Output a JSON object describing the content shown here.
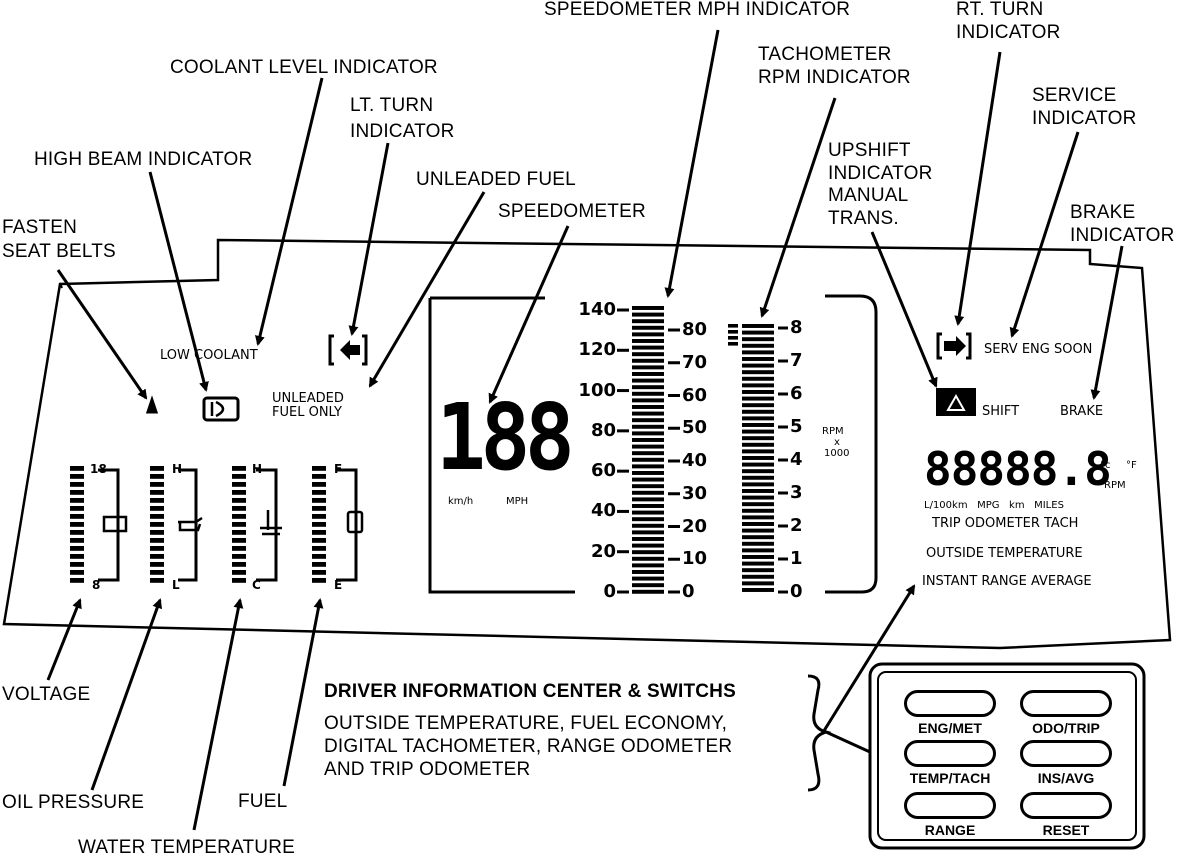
{
  "callouts": {
    "speedometer_mph_indicator": "SPEEDOMETER MPH INDICATOR",
    "rt_turn_indicator_1": "RT. TURN",
    "rt_turn_indicator_2": "INDICATOR",
    "coolant_level_indicator": "COOLANT LEVEL INDICATOR",
    "tachometer_rpm_1": "TACHOMETER",
    "tachometer_rpm_2": "RPM INDICATOR",
    "service_indicator_1": "SERVICE",
    "service_indicator_2": "INDICATOR",
    "lt_turn_indicator_1": "LT. TURN",
    "lt_turn_indicator_2": "INDICATOR",
    "high_beam_indicator": "HIGH BEAM INDICATOR",
    "upshift_1": "UPSHIFT",
    "upshift_2": "INDICATOR",
    "upshift_3": "MANUAL",
    "upshift_4": "TRANS.",
    "unleaded_fuel": "UNLEADED FUEL",
    "speedometer": "SPEEDOMETER",
    "brake_indicator_1": "BRAKE",
    "brake_indicator_2": "INDICATOR",
    "fasten_seat_belts_1": "FASTEN",
    "fasten_seat_belts_2": "SEAT BELTS",
    "voltage": "VOLTAGE",
    "oil_pressure": "OIL PRESSURE",
    "fuel": "FUEL",
    "water_temperature": "WATER TEMPERATURE"
  },
  "panel": {
    "low_coolant": "LOW COOLANT",
    "unleaded_fuel_only_1": "UNLEADED",
    "unleaded_fuel_only_2": "FUEL ONLY",
    "serv_eng_soon": "SERV ENG SOON",
    "shift": "SHIFT",
    "brake": "BRAKE",
    "digital_speed": "188",
    "kmh": "km/h",
    "mph": "MPH",
    "rpm_1": "RPM",
    "rpm_2": "x",
    "rpm_3": "1000",
    "dic_digits": "88888.8",
    "unit_c": "°c",
    "unit_f": "°F",
    "unit_rpm": "RPM",
    "unit_row": "L/100km   MPG   km   MILES",
    "trip_odometer_tach": "TRIP ODOMETER TACH",
    "outside_temperature": "OUTSIDE TEMPERATURE",
    "instant_range_average": "INSTANT RANGE AVERAGE"
  },
  "speed_scale_kmh": [
    "140",
    "120",
    "100",
    "80",
    "60",
    "40",
    "20",
    "0"
  ],
  "speed_scale_mph": [
    "80",
    "70",
    "60",
    "50",
    "40",
    "30",
    "20",
    "10",
    "0"
  ],
  "tach_scale": [
    "8",
    "7",
    "6",
    "5",
    "4",
    "3",
    "2",
    "1",
    "0"
  ],
  "gauges": {
    "voltage": {
      "top": "18",
      "bottom": "8"
    },
    "oil": {
      "top": "H",
      "bottom": "L"
    },
    "water": {
      "top": "H",
      "bottom": "C"
    },
    "fuel": {
      "top": "F",
      "bottom": "E"
    }
  },
  "dic": {
    "heading": "DRIVER INFORMATION CENTER & SWITCHS",
    "line1": "OUTSIDE TEMPERATURE, FUEL ECONOMY,",
    "line2": "DIGITAL TACHOMETER, RANGE ODOMETER",
    "line3": "AND TRIP ODOMETER"
  },
  "switches": [
    "ENG/MET",
    "ODO/TRIP",
    "TEMP/TACH",
    "INS/AVG",
    "RANGE",
    "RESET"
  ]
}
